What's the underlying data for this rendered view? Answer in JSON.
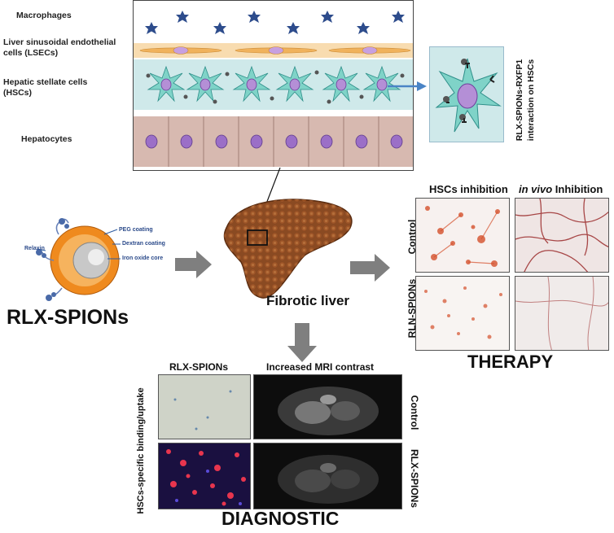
{
  "layers": {
    "macrophages": "Macrophages",
    "lsec_line1": "Liver sinusoidal endothelial",
    "lsec_line2": "cells (LSECs)",
    "hsc_line1": "Hepatic stellate cells",
    "hsc_line2": "(HSCs)",
    "hepatocytes": "Hepatocytes"
  },
  "interaction_label_line1": "RLX-SPIONs-RXFP1",
  "interaction_label_line2": "interaction on HSCs",
  "nanoparticle": {
    "title": "RLX-SPIONs",
    "relaxin": "Relaxin",
    "peg": "PEG coating",
    "dextran": "Dextran coating",
    "core": "Iron oxide core"
  },
  "liver_label": "Fibrotic liver",
  "therapy": {
    "col1": "HSCs inhibition",
    "col2_italic": "in vivo",
    "col2_rest": " Inhibition",
    "row1": "Control",
    "row2": "RLN-SPIONs",
    "title": "THERAPY"
  },
  "diagnostic": {
    "col1": "RLX-SPIONs",
    "col2": "Increased MRI contrast",
    "left_vertical": "HSCs-specific binding/uptake",
    "row1": "Control",
    "row2": "RLX-SPIONs",
    "title": "DIAGNOSTIC"
  },
  "colors": {
    "macrophage": "#2d4c8c",
    "lsec_band": "#f8dcb0",
    "hsc_band": "#cfe9ea",
    "hsc_cell": "#7fd3c8",
    "nucleus": "#b48fd6",
    "hepatocyte": "#d7b9b0",
    "liver": "#8a4a22",
    "arrow": "#7f7f7f",
    "arrow_blue": "#4a84c6"
  }
}
